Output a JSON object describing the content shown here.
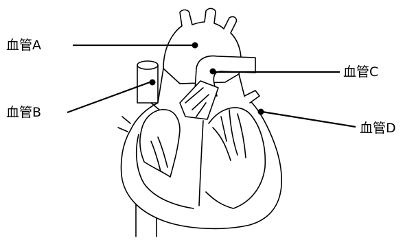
{
  "labels": {
    "a": "血管A",
    "b": "血管B",
    "c": "血管C",
    "d": "血管D"
  }
}
